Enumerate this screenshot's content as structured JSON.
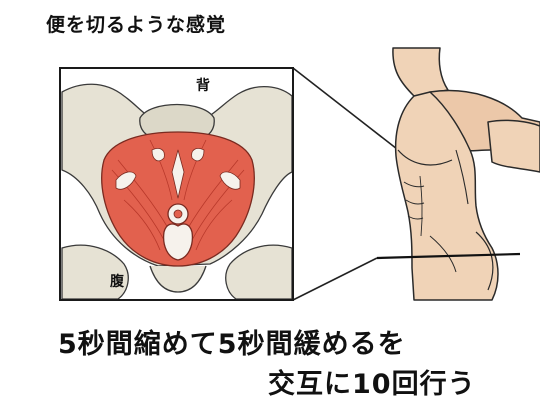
{
  "title": "便を切るような感覚",
  "diagram": {
    "label_back": "背",
    "label_belly": "腹"
  },
  "instruction": {
    "line1": "5秒間縮めて5秒間緩めるを",
    "line2": "交互に10回行う"
  },
  "colors": {
    "muscle": "#e2614e",
    "bone": "#e6e2d4",
    "skin": "#f0d3b7",
    "outline": "#222222"
  }
}
